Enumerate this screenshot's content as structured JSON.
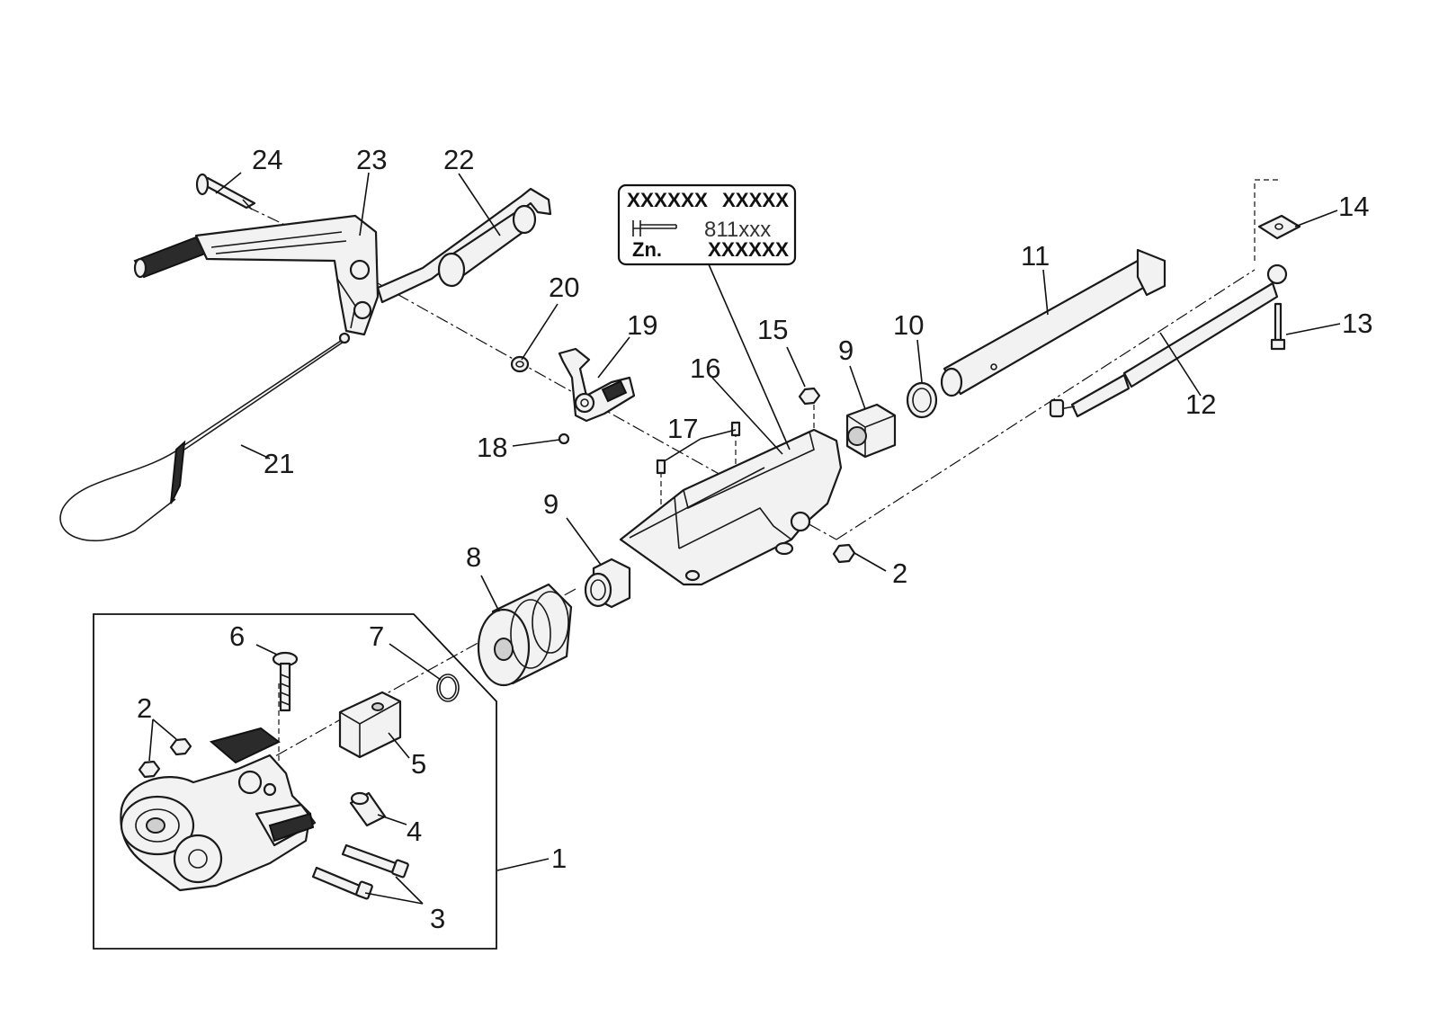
{
  "callouts": {
    "c1": "1",
    "c2a": "2",
    "c2b": "2",
    "c3": "3",
    "c4": "4",
    "c5": "5",
    "c6": "6",
    "c7": "7",
    "c8": "8",
    "c9a": "9",
    "c9b": "9",
    "c10": "10",
    "c11": "11",
    "c12": "12",
    "c13": "13",
    "c14": "14",
    "c15": "15",
    "c16": "16",
    "c17": "17",
    "c18": "18",
    "c19": "19",
    "c20": "20",
    "c21": "21",
    "c22": "22",
    "c23": "23",
    "c24": "24"
  },
  "plate": {
    "line1_left": "XXXXXX",
    "line1_right": "XXXXX",
    "line2_number": "811xxx",
    "line3_left": "Zn.",
    "line3_right": "XXXXXX"
  }
}
